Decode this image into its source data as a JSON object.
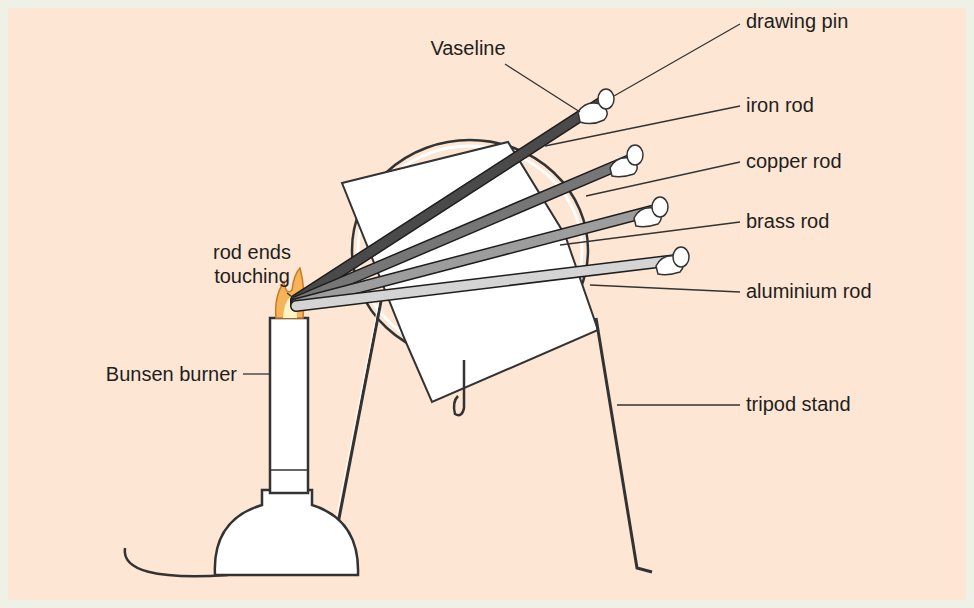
{
  "diagram": {
    "labels": [
      "Vaseline",
      "drawing pin",
      "iron rod",
      "copper rod",
      "brass rod",
      "aluminium rod",
      "rod ends touching",
      "Bunsen burner",
      "tripod stand"
    ]
  }
}
